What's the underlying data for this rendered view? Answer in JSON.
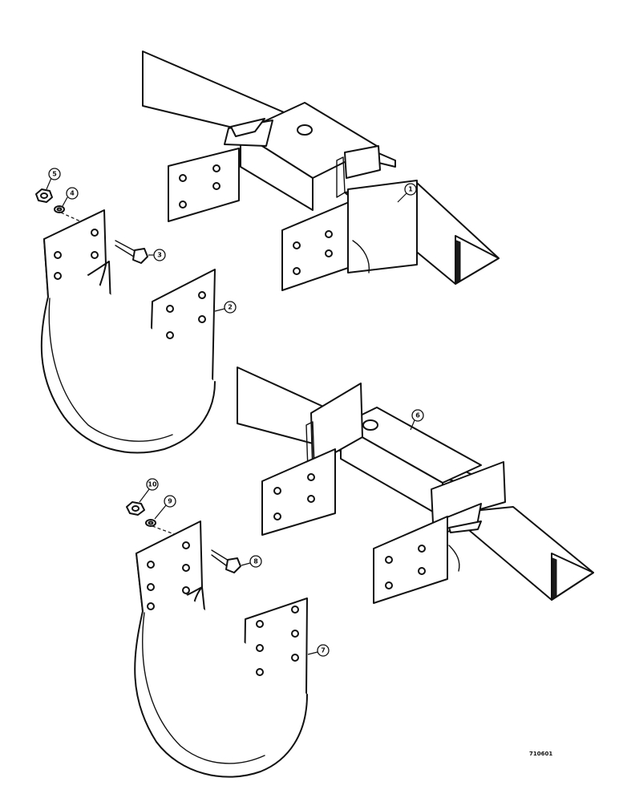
{
  "figure_number": "710601",
  "callouts": {
    "c1": "1",
    "c2": "2",
    "c3": "3",
    "c4": "4",
    "c5": "5",
    "c6": "6",
    "c7": "7",
    "c8": "8",
    "c9": "9",
    "c10": "10"
  },
  "colors": {
    "line": "#111111",
    "paper": "#ffffff"
  }
}
